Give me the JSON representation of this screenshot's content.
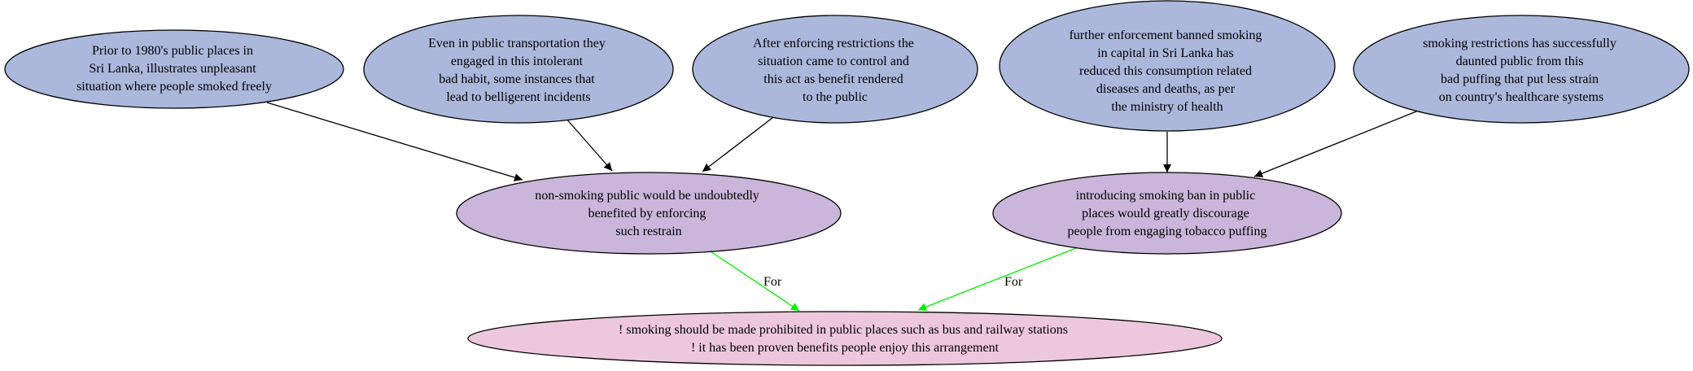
{
  "colors": {
    "premise_fill": "#abb8dc",
    "claim_fill": "#c9b6da",
    "conclusion_fill": "#edc8dc",
    "stroke": "#000000",
    "support_edge": "#00ee00",
    "evidence_edge": "#000000"
  },
  "nodes": {
    "p1": {
      "lines": [
        "Prior to 1980's public places in",
        "Sri Lanka, illustrates unpleasant",
        "situation where people smoked freely"
      ]
    },
    "p2": {
      "lines": [
        "Even in public transportation they",
        "engaged in this intolerant",
        "bad habit, some instances that",
        "lead to belligerent incidents"
      ]
    },
    "p3": {
      "lines": [
        "After enforcing restrictions the",
        "situation came to control and",
        "this act as benefit rendered",
        "to the public"
      ]
    },
    "p4": {
      "lines": [
        "further enforcement banned smoking",
        "in capital in Sri Lanka has",
        "reduced this consumption related",
        "diseases and deaths, as per",
        "the ministry of health"
      ]
    },
    "p5": {
      "lines": [
        "smoking restrictions has successfully",
        "daunted public from this",
        "bad puffing that put less strain",
        "on country's healthcare systems"
      ]
    },
    "c1": {
      "lines": [
        "non-smoking public would be undoubtedly",
        "benefited by enforcing",
        "such restrain"
      ]
    },
    "c2": {
      "lines": [
        "introducing smoking ban in public",
        "places would greatly discourage",
        "people from engaging tobacco puffing"
      ]
    },
    "conclusion": {
      "lines": [
        "! smoking should be made prohibited in public places such as bus and railway stations",
        "! it has been proven benefits people enjoy this arrangement"
      ]
    }
  },
  "edges": [
    {
      "from": "p1",
      "to": "c1",
      "label": ""
    },
    {
      "from": "p2",
      "to": "c1",
      "label": ""
    },
    {
      "from": "p3",
      "to": "c1",
      "label": ""
    },
    {
      "from": "p4",
      "to": "c2",
      "label": ""
    },
    {
      "from": "p5",
      "to": "c2",
      "label": ""
    },
    {
      "from": "c1",
      "to": "conclusion",
      "label": "For"
    },
    {
      "from": "c2",
      "to": "conclusion",
      "label": "For"
    }
  ]
}
